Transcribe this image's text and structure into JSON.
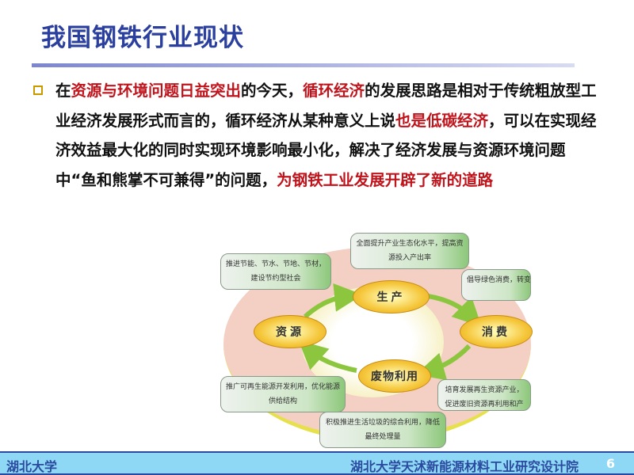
{
  "title": "我国钢铁行业现状",
  "paragraph": {
    "p1": "在",
    "r1": "资源与环境问题日益突出",
    "p2": "的今天，",
    "r2": "循环经济",
    "p3": "的发展思路是相对于传统粗放型工业经济发展形式而言的，循环经济从某种意义上说",
    "r3": "也是低碳经济",
    "p4": "，可以在实现经济效益最大化的同时实现环境影响最小化，解决了经济发展与资源环境问题中“鱼和熊掌不可兼得”的问题，",
    "r4": "为钢铁工业发展开辟了新的道路"
  },
  "diagram": {
    "nodes": {
      "resource": "资源",
      "production": "生产",
      "consumption": "消费",
      "waste": "废物利用"
    },
    "bubbles": {
      "top": "全面提升产业生态化水平，提高资源投入产出率",
      "top_left": "推进节能、节水、节地、节材，建设节约型社会",
      "right": "倡导绿色消费，转变传统消费模式",
      "bottom_left": "推广可再生能源开发利用，优化能源供给结构",
      "bottom_right": "培育发展再生资源产业，促进废旧资源再利用和产业化",
      "bottom": "积极推进生活垃圾的综合利用，降低最终处理量"
    }
  },
  "footer": {
    "left": "湖北大学",
    "right": "湖北大学天沭新能源材料工业研究设计院",
    "page": "6"
  }
}
